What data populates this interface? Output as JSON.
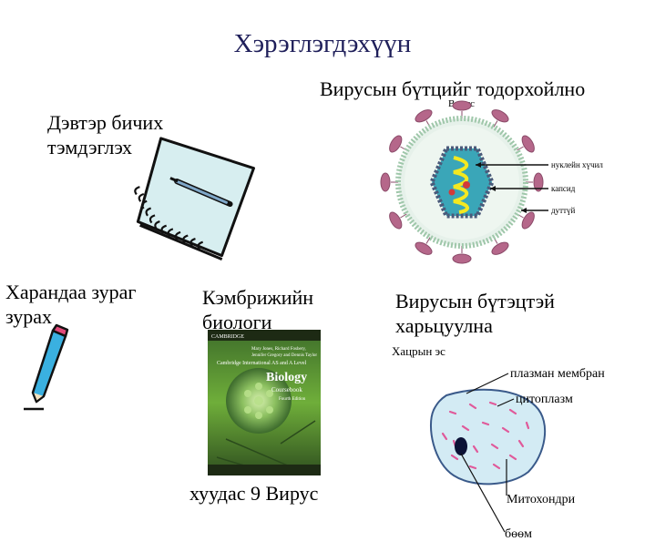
{
  "title": "Хэрэглэгдэхүүн",
  "notebook": {
    "label_line1": "Дэвтэр бичих",
    "label_line2": "тэмдэглэх"
  },
  "pencil": {
    "label_line1": "Харандаа зураг",
    "label_line2": "зурах"
  },
  "book": {
    "label_line1": "Кэмбрижийн",
    "label_line2": "биологи",
    "cover_publisher": "CAMBRIDGE",
    "cover_authors1": "Mary Jones, Richard Fosbery,",
    "cover_authors2": "Jennifer Gregory and Dennis Taylor",
    "cover_subtitle": "Cambridge International AS and A Level",
    "cover_title": "Biology",
    "cover_type": "Coursebook",
    "cover_edition": "Fourth Edition",
    "caption": "хуудас 9 Вирус"
  },
  "virus": {
    "heading": "Вирусын бүтцийг тодорхойлно",
    "diagram_title": "Вирус",
    "label_nucleic": "нуклейн хүчил",
    "label_capsid": "капсид",
    "label_envelope": "дуттүй"
  },
  "cell": {
    "heading_line1": "Вирусын бүтэцтэй",
    "heading_line2": "харьцуулна",
    "diagram_title": "Хацрын эс",
    "label_membrane": "плазман мембран",
    "label_cytoplasm": "цитоплазм",
    "label_mito": "Митохондри",
    "label_nucleus": "бөөм"
  }
}
